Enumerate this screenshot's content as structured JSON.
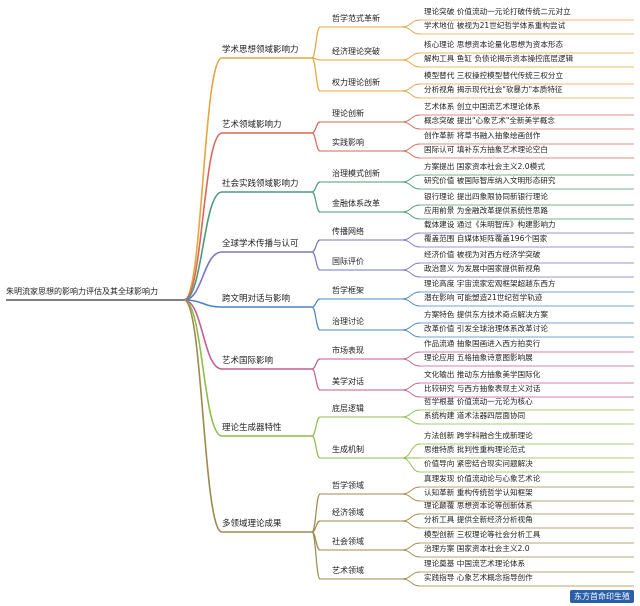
{
  "root": "朱明流家思想的影响力评估及其全球影响力",
  "watermark": "东方首命印生殖",
  "branches": [
    {
      "label": "学术思想领域影响力",
      "color": "#e3a640",
      "children": [
        {
          "label": "哲学范式革新",
          "leaves": [
            "理论突破  价值流动一元论打破传统二元对立",
            "学术地位  被视为21世纪哲学体系重构尝试"
          ]
        },
        {
          "label": "经济理论突破",
          "leaves": [
            "核心理论  思想资本论量化思想为资本形态",
            "解构工具  鱼缸  负债论揭示资本操控底层逻辑"
          ]
        },
        {
          "label": "权力理论创新",
          "leaves": [
            "模型替代  三权操控模型替代传统三权分立",
            "分析视角  揭示现代社会\"软暴力\"本质特征"
          ]
        }
      ]
    },
    {
      "label": "艺术领域影响力",
      "color": "#d9675a",
      "children": [
        {
          "label": "理论创新",
          "leaves": [
            "艺术体系  创立中国流艺术理论体系",
            "概念突破  提出\"心象艺术\"全新美学概念"
          ]
        },
        {
          "label": "实践影响",
          "leaves": [
            "创作革新  将草书融入抽象绘画创作",
            "国际认可  填补东方抽象艺术理论空白"
          ]
        }
      ]
    },
    {
      "label": "社会实践领域影响力",
      "color": "#4e9a78",
      "children": [
        {
          "label": "治理模式创新",
          "leaves": [
            "方案提出  国家资本社会主义2.0模式",
            "研究价值  被国际智库纳入文明形态研究"
          ]
        },
        {
          "label": "金融体系改革",
          "leaves": [
            "银行理论  提出四象限协同新银行理论",
            "应用前景  为金融改革提供系统性思路"
          ]
        }
      ]
    },
    {
      "label": "全球学术传播与认可",
      "color": "#7b74c4",
      "children": [
        {
          "label": "传播网络",
          "leaves": [
            "载体建设  通过《朱明智库》构建影响力",
            "覆盖范围  自媒体矩阵覆盖196个国家"
          ]
        },
        {
          "label": "国际评价",
          "leaves": [
            "经济价值  被视为对西方经济学突破",
            "政治意义  为发展中国家提供新视角"
          ]
        }
      ]
    },
    {
      "label": "跨文明对话与影响",
      "color": "#4a84c4",
      "children": [
        {
          "label": "哲学框架",
          "leaves": [
            "理论高度  宇宙流家宏观框架超越东西方",
            "潜在影响  可能塑造21世纪哲学轨迹"
          ]
        },
        {
          "label": "治理讨论",
          "leaves": [
            "方案特色  提供东方技术奇点解决方案",
            "改革价值  引发全球治理体系改革讨论"
          ]
        }
      ]
    },
    {
      "label": "艺术国际影响",
      "color": "#c25f8f",
      "children": [
        {
          "label": "市场表现",
          "leaves": [
            "作品流通  抽象国画进入西方拍卖行",
            "理论应用  五格抽象诗意图影响展"
          ]
        },
        {
          "label": "美学对话",
          "leaves": [
            "文化输出  推动东方抽象美学国际化",
            "比较研究  与西方抽象表现主义对话"
          ]
        }
      ]
    },
    {
      "label": "理论生成器特性",
      "color": "#8fbc4a",
      "children": [
        {
          "label": "底层逻辑",
          "leaves": [
            "哲学根基  价值流动一元论为核心",
            "系统构建  道术法器四层面协同"
          ]
        },
        {
          "label": "生成机制",
          "leaves": [
            "方法创新  跨学科融合生成新理论",
            "思维特质  批判性重构理论范式",
            "价值导向  紧密结合现实问题解决"
          ]
        }
      ]
    },
    {
      "label": "多领域理论成果",
      "color": "#9d8a4e",
      "children": [
        {
          "label": "哲学领域",
          "leaves": [
            "真理发现  价值流动论与心象艺术论",
            "认知革新  重构传统哲学认知框架"
          ]
        },
        {
          "label": "经济领域",
          "leaves": [
            "理论颠覆  思想资本论等创新体系",
            "分析工具  提供全新经济分析视角"
          ]
        },
        {
          "label": "社会领域",
          "leaves": [
            "模型创新  三权理论等社会分析工具",
            "治理方案  国家资本社会主义2.0"
          ]
        },
        {
          "label": "艺术领域",
          "leaves": [
            "理论奠基  中国流艺术理论体系",
            "实践指导  心象艺术概念指导创作"
          ]
        }
      ]
    }
  ]
}
